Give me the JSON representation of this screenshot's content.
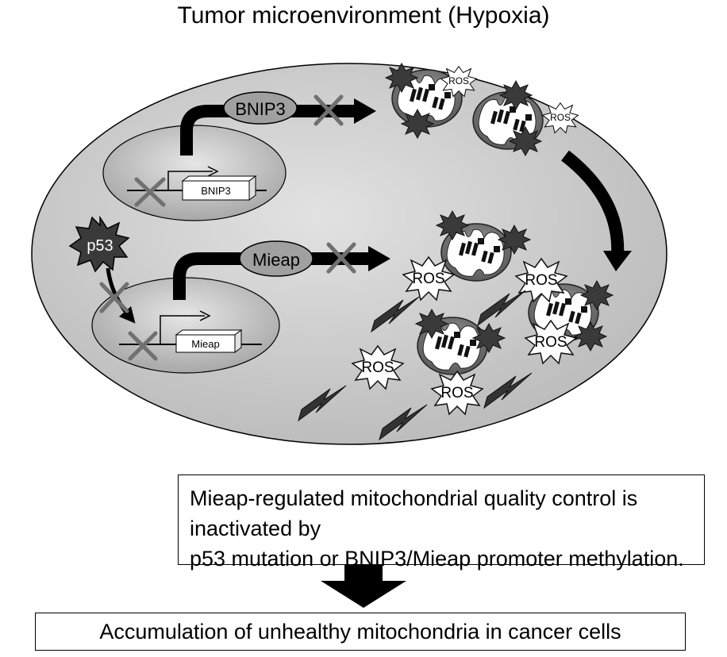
{
  "title": "Tumor microenvironment (Hypoxia)",
  "labels": {
    "bnip3_protein": "BNIP3",
    "bnip3_gene": "BNIP3",
    "mieap_protein": "Mieap",
    "mieap_gene": "Mieap",
    "p53": "p53",
    "ros": "ROS"
  },
  "caption": {
    "line1": "Mieap-regulated mitochondrial quality control is inactivated by",
    "line2": "p53 mutation or BNIP3/Mieap promoter methylation."
  },
  "conclusion": "Accumulation of unhealthy mitochondria in cancer cells",
  "colors": {
    "cell_fill": "#c8c8c8",
    "nucleus_fill": "#b8b8b8",
    "cross": "#707070",
    "arrow": "#000000",
    "stroke": "#000000"
  }
}
